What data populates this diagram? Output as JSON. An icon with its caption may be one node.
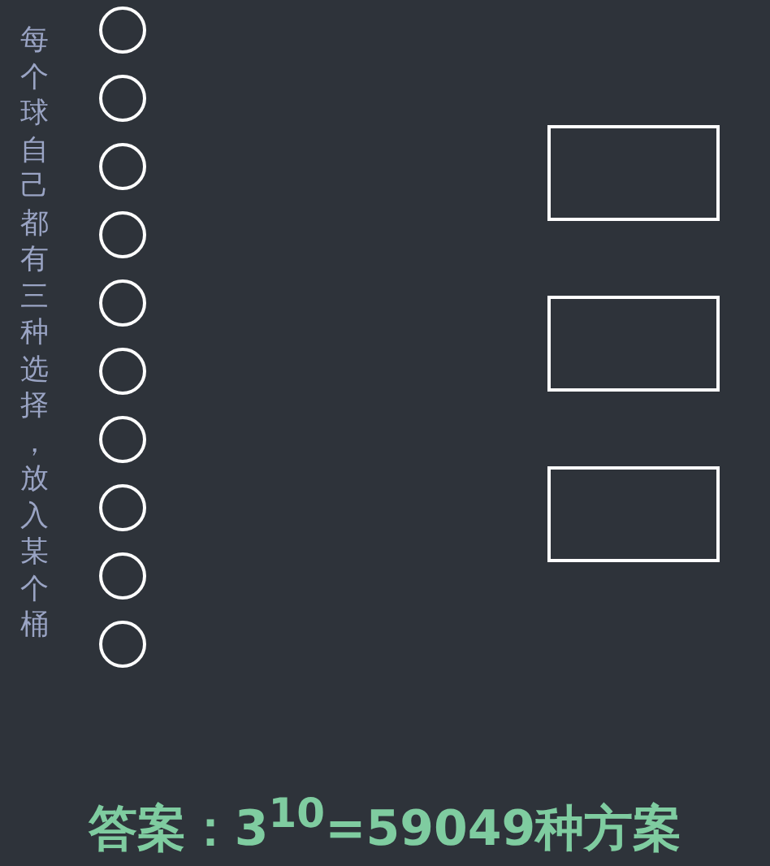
{
  "diagram": {
    "nodes": [
      {
        "text": [],
        "shape": "circle"
      },
      {
        "text": [],
        "shape": "circle"
      },
      {
        "text": [],
        "shape": "circle"
      },
      {
        "text": [],
        "shape": "circle"
      },
      {
        "text": [],
        "shape": "circle"
      },
      {
        "text": [],
        "shape": "circle"
      },
      {
        "text": [],
        "shape": "circle"
      },
      {
        "text": [],
        "shape": "circle"
      },
      {
        "text": [],
        "shape": "circle"
      },
      {
        "text": [],
        "shape": "circle"
      },
      {
        "text": [],
        "shape": "box"
      },
      {
        "text": [],
        "shape": "box"
      },
      {
        "text": [],
        "shape": "box"
      }
    ],
    "labels": [
      "每个球自己都有三种选择，放入某个桶",
      "答案：3$^{10}$=59049种方案"
    ]
  }
}
